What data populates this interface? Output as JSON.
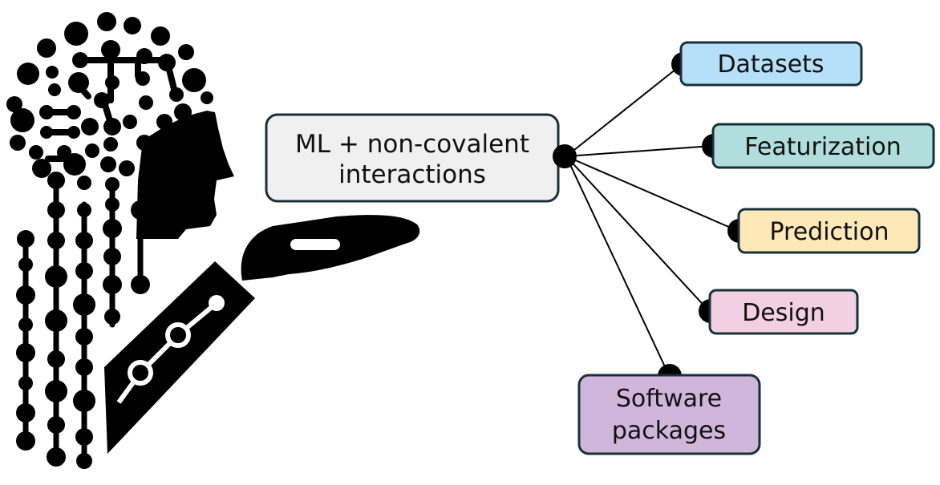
{
  "center": {
    "line1": "ML + non-covalent",
    "line2": "interactions",
    "fill": "#f0f0f0"
  },
  "nodes": [
    {
      "id": "datasets",
      "label": "Datasets",
      "fill": "#b6e0f7"
    },
    {
      "id": "featurization",
      "label": "Featurization",
      "fill": "#b1dedd"
    },
    {
      "id": "prediction",
      "label": "Prediction",
      "fill": "#fde9b8"
    },
    {
      "id": "design",
      "label": "Design",
      "fill": "#f2cfe2"
    },
    {
      "id": "software",
      "label_line1": "Software",
      "label_line2": "packages",
      "fill": "#cfb6da"
    }
  ],
  "icon": "ai-head-hand-circuit-icon",
  "colors": {
    "border": "#18303a",
    "ink": "#000000"
  }
}
